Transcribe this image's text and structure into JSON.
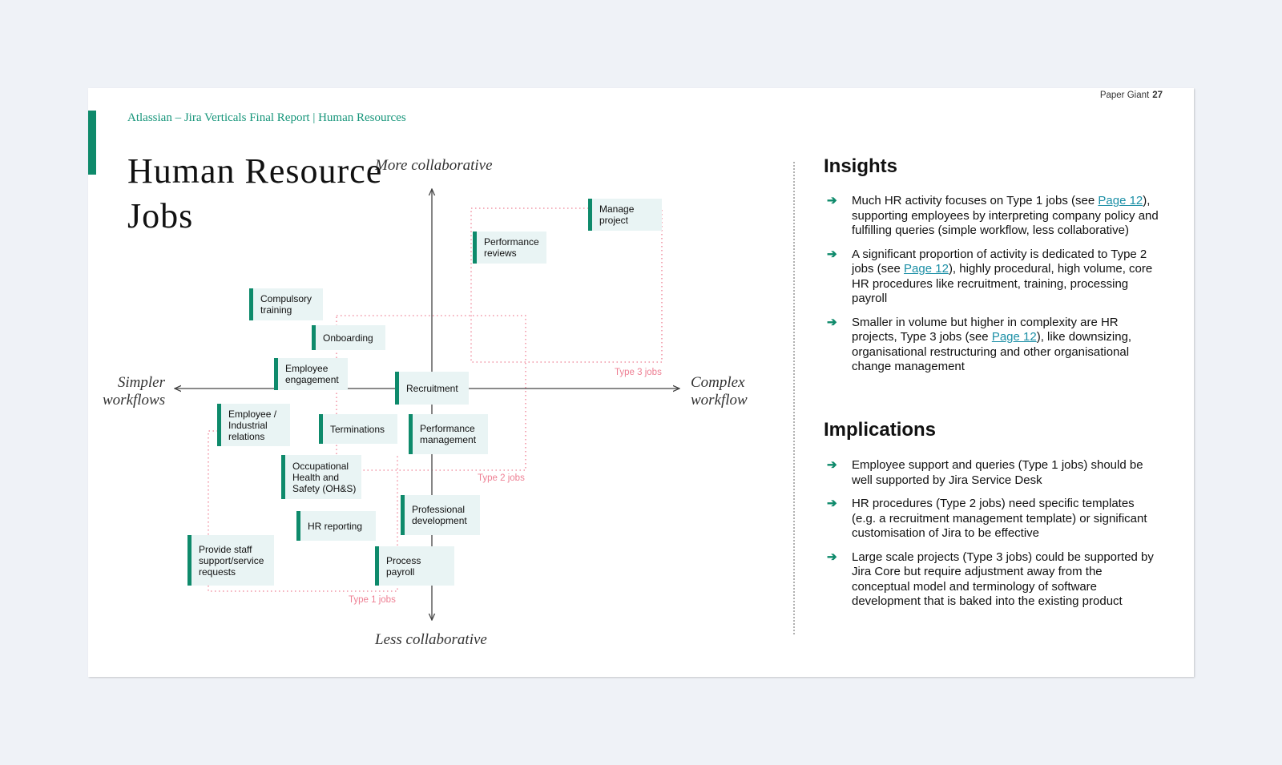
{
  "header": {
    "report_title": "Atlassian – Jira Verticals Final Report | Human Resources",
    "publisher": "Paper Giant",
    "page_number": "27"
  },
  "title": "Human Resource Jobs",
  "diagram": {
    "axis_labels": {
      "top": "More collaborative",
      "bottom": "Less collaborative",
      "left": "Simpler workflows",
      "right": "Complex workflow"
    },
    "jobs": [
      "Manage project",
      "Performance reviews",
      "Compulsory training",
      "Onboarding",
      "Employee engagement",
      "Recruitment",
      "Employee / Industrial relations",
      "Terminations",
      "Performance management",
      "Occupational Health and Safety (OH&S)",
      "Professional development",
      "HR reporting",
      "Provide staff support/service requests",
      "Process payroll"
    ],
    "groups": [
      "Type 1 jobs",
      "Type 2 jobs",
      "Type 3 jobs"
    ]
  },
  "insights": {
    "title": "Insights",
    "items": [
      {
        "before": "Much HR activity focuses on Type 1 jobs (see ",
        "link": "Page 12",
        "after": "), supporting employees by interpreting company policy and fulfilling queries (simple workflow, less collaborative)"
      },
      {
        "before": "A significant proportion of activity is dedicated to Type 2 jobs (see ",
        "link": "Page 12",
        "after": "), highly procedural, high volume, core HR procedures like recruitment, training, processing payroll"
      },
      {
        "before": "Smaller in volume but higher in complexity are HR projects, Type 3 jobs (see ",
        "link": "Page 12",
        "after": "), like downsizing, organisational restructuring and other organisational change management"
      }
    ]
  },
  "implications": {
    "title": "Implications",
    "items": [
      "Employee support and queries (Type 1 jobs) should be well supported by Jira Service Desk",
      "HR procedures (Type 2 jobs) need specific templates (e.g. a recruitment management template) or significant customisation of Jira to be effective",
      "Large scale projects (Type 3 jobs) could be supported by Jira Core but require adjustment away from the conceptual model and terminology of software development that is baked into the existing product"
    ]
  },
  "colors": {
    "accent": "#0e8a6b",
    "job_fill": "#e9f4f4",
    "group_outline": "#ee7f93",
    "link": "#1b8fa6"
  },
  "icons": {
    "bullet": "right-arrow-icon"
  }
}
